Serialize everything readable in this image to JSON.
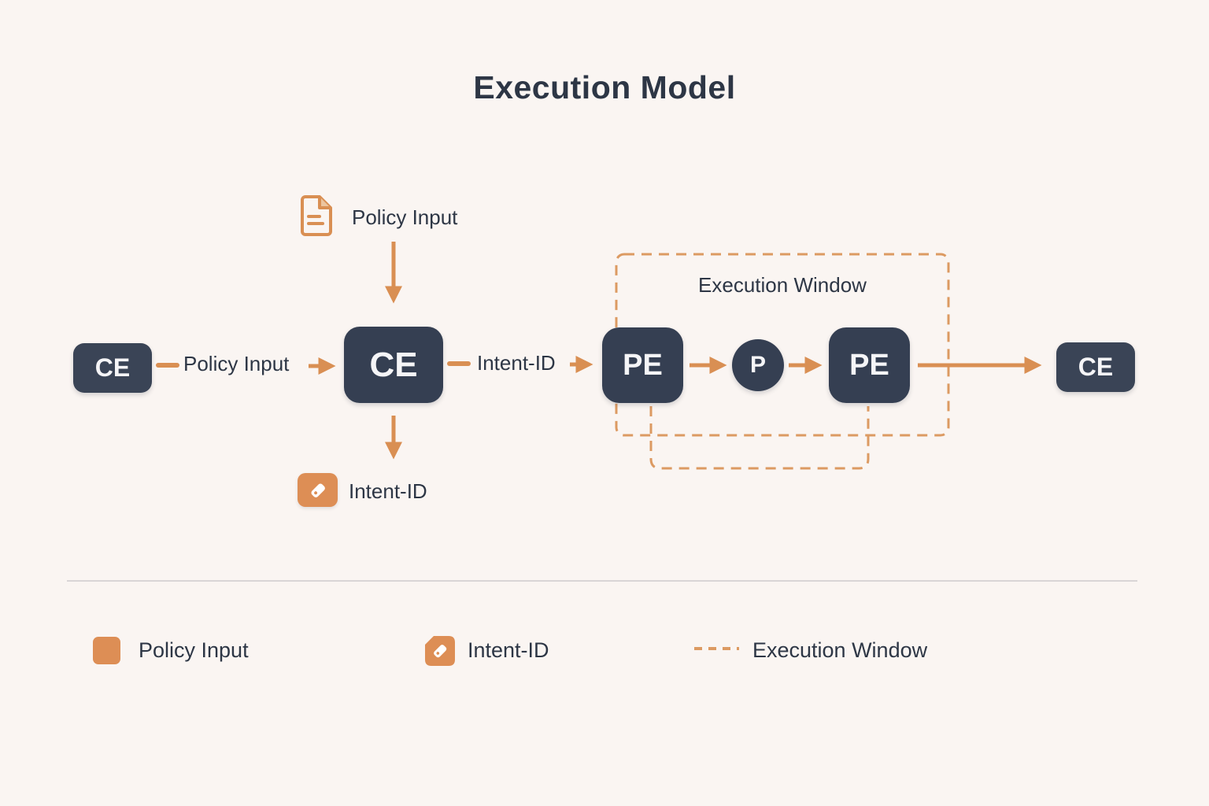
{
  "title": "Execution Model",
  "nodes": {
    "ce_source": "CE",
    "ce_main": "CE",
    "pe_first": "PE",
    "p_step": "P",
    "pe_second": "PE",
    "ce_sink": "CE"
  },
  "labels": {
    "policy_input_edge": "Policy Input",
    "policy_input_icon": "Policy Input",
    "intent_id_edge": "Intent-ID",
    "intent_id_icon": "Intent-ID",
    "execution_window": "Execution Window"
  },
  "legend": {
    "policy_input": "Policy Input",
    "intent_id": "Intent-ID",
    "execution_window": "Execution Window"
  },
  "colors": {
    "background": "#faf5f2",
    "node_fill": "#353f52",
    "node_fill_small": "#3a4456",
    "accent_orange": "#d98f53",
    "dashed_orange": "#dc9a62",
    "text_dark": "#2d3645",
    "divider_gray": "#d9d5d6"
  }
}
